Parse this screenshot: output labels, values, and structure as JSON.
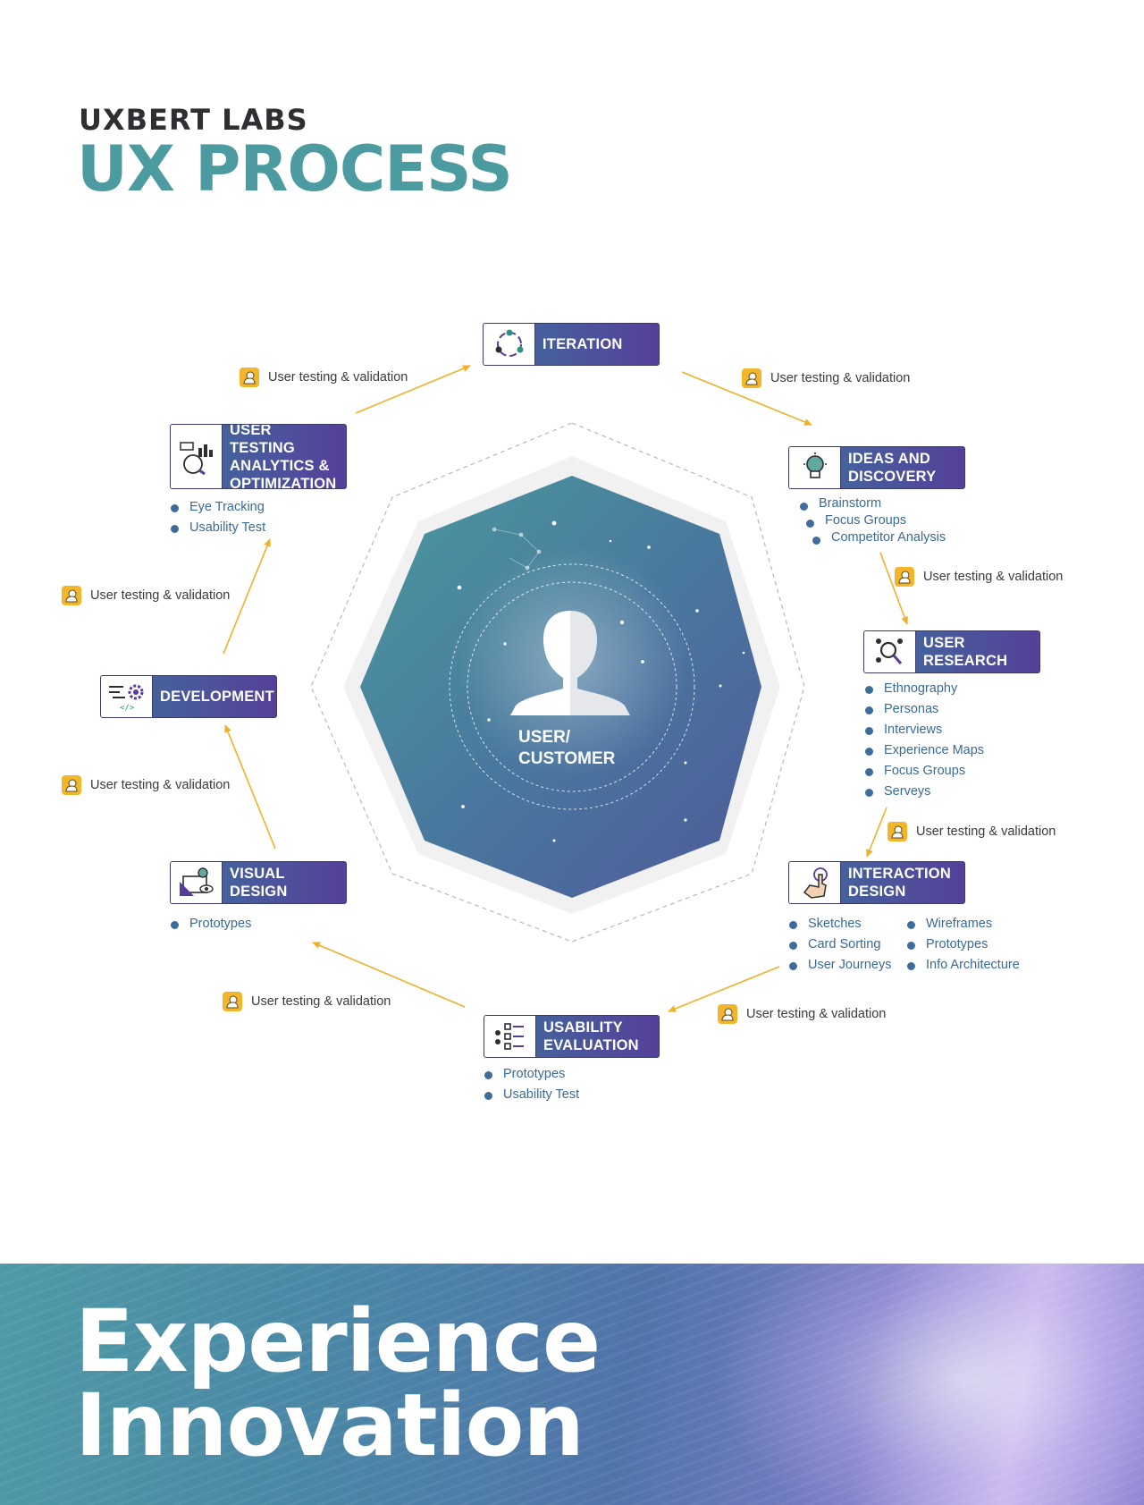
{
  "header": {
    "brand": "UXBERT LABS",
    "title": "UX PROCESS"
  },
  "center": {
    "label_line1": "USER/",
    "label_line2": "CUSTOMER",
    "icon": "user-silhouette-icon"
  },
  "validation_label": "User testing & validation",
  "stages": {
    "iteration": {
      "title": "ITERATION",
      "icon": "iteration-cycle-icon"
    },
    "ideas": {
      "title_line1": "IDEAS AND",
      "title_line2": "DISCOVERY",
      "icon": "lightbulb-icon",
      "items": [
        "Brainstorm",
        "Focus Groups",
        "Competitor Analysis"
      ]
    },
    "research": {
      "title_line1": "USER",
      "title_line2": "RESEARCH",
      "icon": "magnifier-users-icon",
      "items": [
        "Ethnography",
        "Personas",
        "Interviews",
        "Experience Maps",
        "Focus Groups",
        "Serveys"
      ]
    },
    "interaction": {
      "title_line1": "INTERACTION",
      "title_line2": "DESIGN",
      "icon": "touch-hand-icon",
      "items_left": [
        "Sketches",
        "Card Sorting",
        "User Journeys"
      ],
      "items_right": [
        "Wireframes",
        "Prototypes",
        "Info Architecture"
      ]
    },
    "usability": {
      "title_line1": "USABILITY",
      "title_line2": "EVALUATION",
      "icon": "checklist-icon",
      "items": [
        "Prototypes",
        "Usability Test"
      ]
    },
    "visual": {
      "title_line1": "VISUAL",
      "title_line2": "DESIGN",
      "icon": "design-tools-icon",
      "items": [
        "Prototypes"
      ]
    },
    "development": {
      "title": "DEVELOPMENT",
      "icon": "code-gear-icon"
    },
    "testing": {
      "title_line1": "USER TESTING",
      "title_line2": "ANALYTICS &",
      "title_line3": "OPTIMIZATION",
      "icon": "analytics-chart-icon",
      "items": [
        "Eye Tracking",
        "Usability Test"
      ]
    }
  },
  "footer": {
    "line1": "Experience",
    "line2": "Innovation"
  },
  "colors": {
    "teal_title": "#4b9ba0",
    "stage_gradient_start": "#3e6f9d",
    "stage_gradient_end": "#55409a",
    "arrow": "#f0b02a",
    "validation_icon": "#f3b52a",
    "bullet_text": "#3a6a96"
  }
}
